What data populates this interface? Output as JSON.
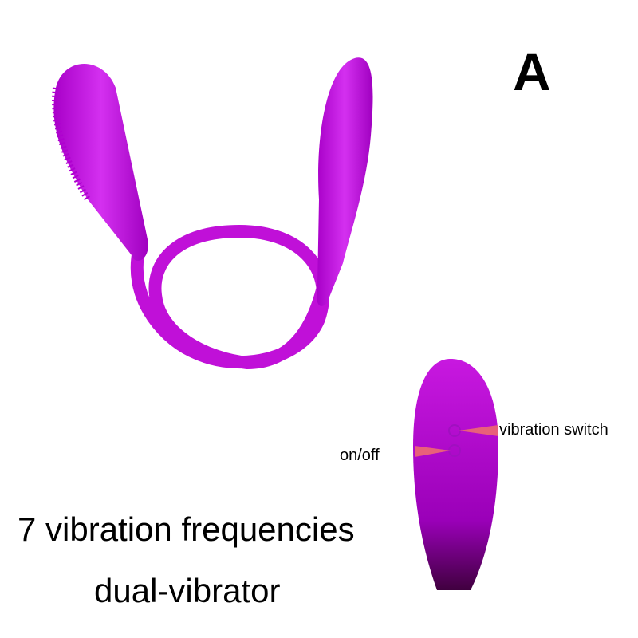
{
  "variant_label": "A",
  "headline": "7 vibration frequencies",
  "subheadline": "dual-vibrator",
  "callouts": {
    "vibration_switch": "vibration switch",
    "power": "on/off"
  },
  "colors": {
    "product": "#c010d8",
    "callout_line": "#e8607a"
  }
}
